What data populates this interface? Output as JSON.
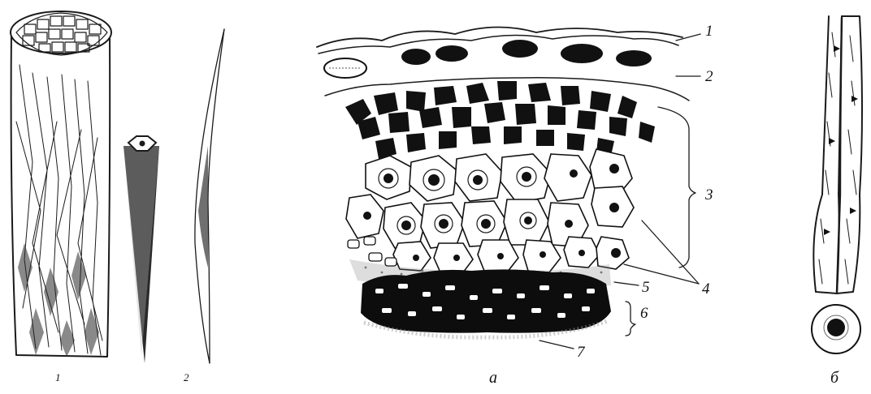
{
  "figure": {
    "panel_labels": {
      "fiber_1": "1",
      "fiber_2": "2",
      "panel_a": "а",
      "panel_b": "б"
    },
    "layer_labels": [
      "1",
      "2",
      "3",
      "4",
      "5",
      "6",
      "7"
    ]
  }
}
